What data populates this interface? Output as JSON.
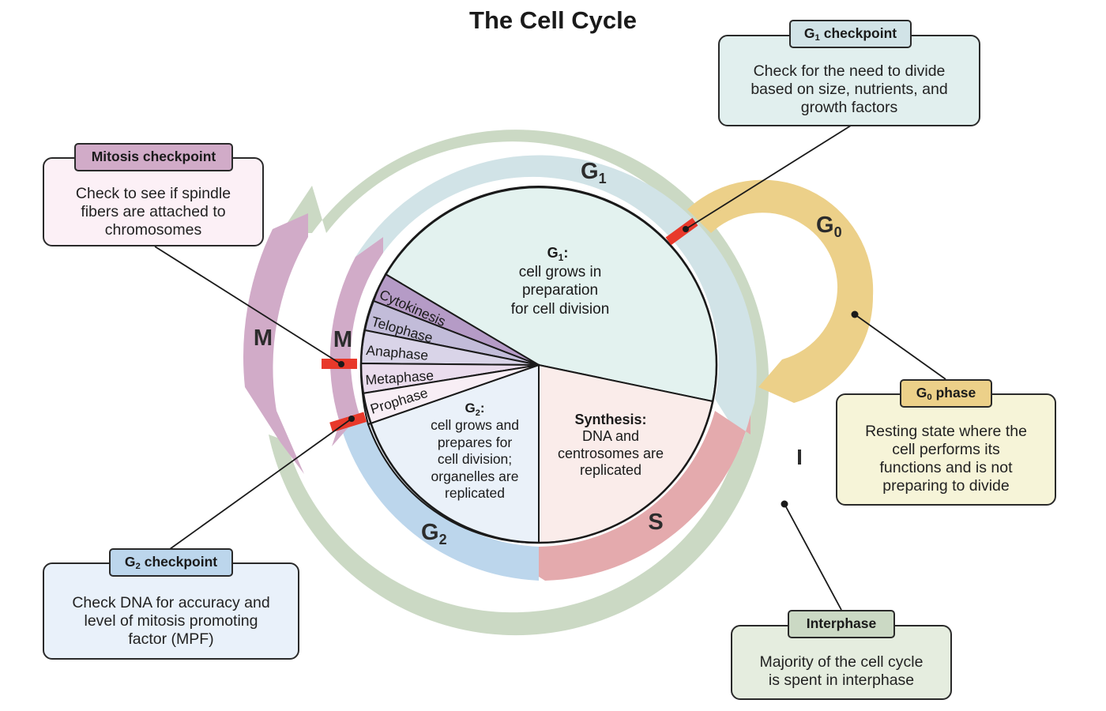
{
  "title": "The Cell Cycle",
  "colors": {
    "interphase_ring": "#cbd9c4",
    "mitosis_ring": "#d1abc8",
    "g1_ring": "#d1e3e7",
    "g0_ring": "#ecd089",
    "s_ring": "#e4aaad",
    "g2_ring": "#bcd6ec",
    "checkpoint": "#e8392b",
    "g1_wedge": "#e3f2ef",
    "s_wedge": "#faecea",
    "g2_wedge": "#eaf1f9",
    "m_subphases": [
      "#b59bc6",
      "#c2bcd9",
      "#d9d4e8",
      "#eadced",
      "#f8eef5"
    ]
  },
  "ring_labels": {
    "outer_m": "M",
    "outer_i": "I",
    "inner_m": "M",
    "g1": "G",
    "g1_sub": "1",
    "g0": "G",
    "g0_sub": "0",
    "s": "S",
    "g2": "G",
    "g2_sub": "2"
  },
  "wedges": {
    "g1": {
      "heading": "G",
      "heading_sub": "1",
      "heading_tail": ":",
      "lines": [
        "cell grows in",
        "preparation",
        "for cell division"
      ]
    },
    "synthesis": {
      "heading": "Synthesis:",
      "lines": [
        "DNA and",
        "centrosomes are",
        "replicated"
      ]
    },
    "g2": {
      "heading": "G",
      "heading_sub": "2",
      "heading_tail": ":",
      "lines": [
        "cell grows and",
        "prepares for",
        "cell division;",
        "organelles are",
        "replicated"
      ]
    },
    "mitosis_phases": [
      "Cytokinesis",
      "Telophase",
      "Anaphase",
      "Metaphase",
      "Prophase"
    ]
  },
  "callouts": {
    "mitosis_checkpoint": {
      "tag": "Mitosis checkpoint",
      "text": [
        "Check to see if spindle",
        "fibers are attached to",
        "chromosomes"
      ]
    },
    "g1_checkpoint": {
      "tag": "G",
      "tag_sub": "1",
      "tag_tail": " checkpoint",
      "text": [
        "Check for the need to divide",
        "based on size, nutrients, and",
        "growth factors"
      ]
    },
    "g0_phase": {
      "tag": "G",
      "tag_sub": "0",
      "tag_tail": " phase",
      "text": [
        "Resting state where the",
        "cell performs its",
        "functions and is not",
        "preparing to divide"
      ]
    },
    "g2_checkpoint": {
      "tag": "G",
      "tag_sub": "2",
      "tag_tail": " checkpoint",
      "text": [
        "Check DNA for accuracy and",
        "level of mitosis promoting",
        "factor (MPF)"
      ]
    },
    "interphase": {
      "tag": "Interphase",
      "text": [
        "Majority of the cell cycle",
        "is spent in interphase"
      ]
    }
  }
}
